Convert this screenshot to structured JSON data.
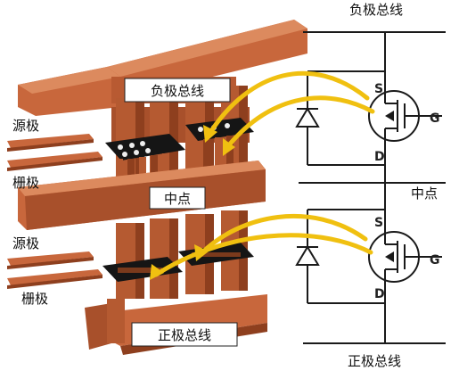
{
  "labels": {
    "source_top": "源极",
    "gate_top": "栅极",
    "source_bottom": "源极",
    "gate_bottom": "栅极",
    "neg_bus_box": "负极总线",
    "midpoint_box": "中点",
    "pos_bus_box": "正极总线",
    "neg_bus_schematic": "负极总线",
    "midpoint_schematic": "中点",
    "pos_bus_schematic": "正极总线"
  },
  "upper_mosfet": {
    "s": "S",
    "g": "G",
    "d": "D"
  },
  "lower_mosfet": {
    "s": "S",
    "g": "G",
    "d": "D"
  },
  "colors": {
    "copper": "#c8673c",
    "copper_dark": "#8e3f1e",
    "copper_light": "#dc8a5e",
    "arrow": "#f0c010",
    "line": "#1a1a1a"
  }
}
